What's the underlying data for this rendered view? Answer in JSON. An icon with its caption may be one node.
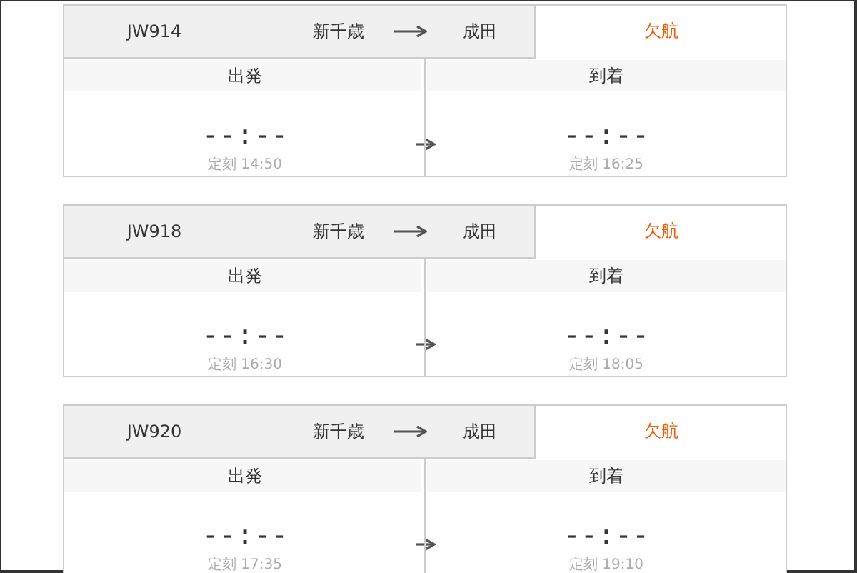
{
  "diagram": {
    "nodes": [
      {
        "text": [
          "JW914",
          "欠航"
        ]
      },
      {
        "text": [
          "新千歳"
        ],
        "in": 0
      },
      {
        "text": [
          "成田"
        ],
        "in": 0
      },
      {
        "text": [
          "出発",
          "--:--",
          "定刻 14:50"
        ],
        "in": 0
      },
      {
        "text": [
          "到着",
          "--:--",
          "定刻 16:25"
        ],
        "in": 0
      },
      {
        "text": [
          "JW918",
          "欠航"
        ]
      },
      {
        "text": [
          "新千歳"
        ],
        "in": 5
      },
      {
        "text": [
          "成田"
        ],
        "in": 5
      },
      {
        "text": [
          "出発",
          "--:--",
          "定刻 16:30"
        ],
        "in": 5
      },
      {
        "text": [
          "到着",
          "--:--",
          "定刻 18:05"
        ],
        "in": 5
      },
      {
        "text": [
          "JW920",
          "欠航"
        ]
      },
      {
        "text": [
          "新千歳"
        ],
        "in": 10
      },
      {
        "text": [
          "成田"
        ],
        "in": 10
      },
      {
        "text": [
          "出発",
          "--:--",
          "定刻 17:35"
        ],
        "in": 10
      },
      {
        "text": [
          "到着",
          "--:--",
          "定刻 19:10"
        ],
        "in": 10
      }
    ],
    "edges": [
      {
        "from": 1,
        "to": 2,
        "arrow": "to"
      },
      {
        "from": 3,
        "to": 4,
        "arrow": "to"
      },
      {
        "from": 6,
        "to": 7,
        "arrow": "to"
      },
      {
        "from": 8,
        "to": 9,
        "arrow": "to"
      },
      {
        "from": 11,
        "to": 12,
        "arrow": "to"
      },
      {
        "from": 13,
        "to": 14,
        "arrow": "to"
      }
    ]
  }
}
